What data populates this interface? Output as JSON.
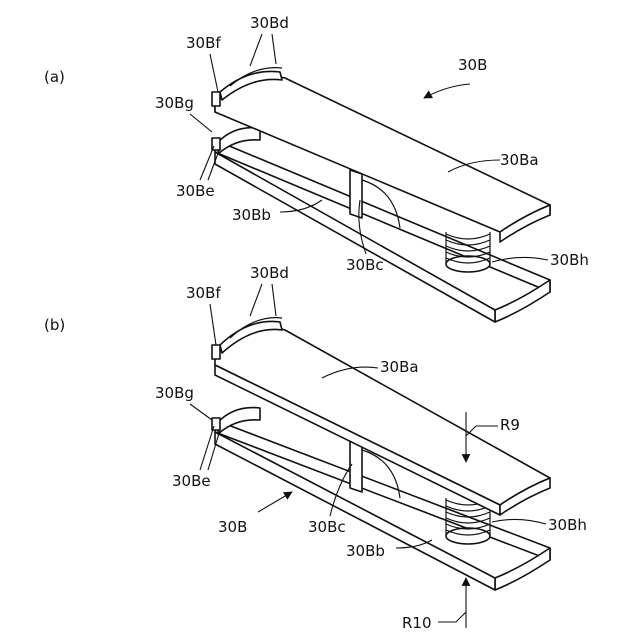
{
  "figure": {
    "panel_a": {
      "label": "(a)",
      "callouts": {
        "assembly": "30B",
        "upper_arm": "30Ba",
        "lower_arm": "30Bb",
        "pivot_plate": "30Bc",
        "ridges": "30Bd",
        "slots": "30Be",
        "top_tip": "30Bf",
        "gap": "30Bg",
        "spring": "30Bh"
      }
    },
    "panel_b": {
      "label": "(b)",
      "callouts": {
        "assembly": "30B",
        "upper_arm": "30Ba",
        "lower_arm": "30Bb",
        "pivot_plate": "30Bc",
        "ridges": "30Bd",
        "slots": "30Be",
        "top_tip": "30Bf",
        "gap": "30Bg",
        "spring": "30Bh",
        "force_down": "R9",
        "force_up": "R10"
      }
    }
  }
}
